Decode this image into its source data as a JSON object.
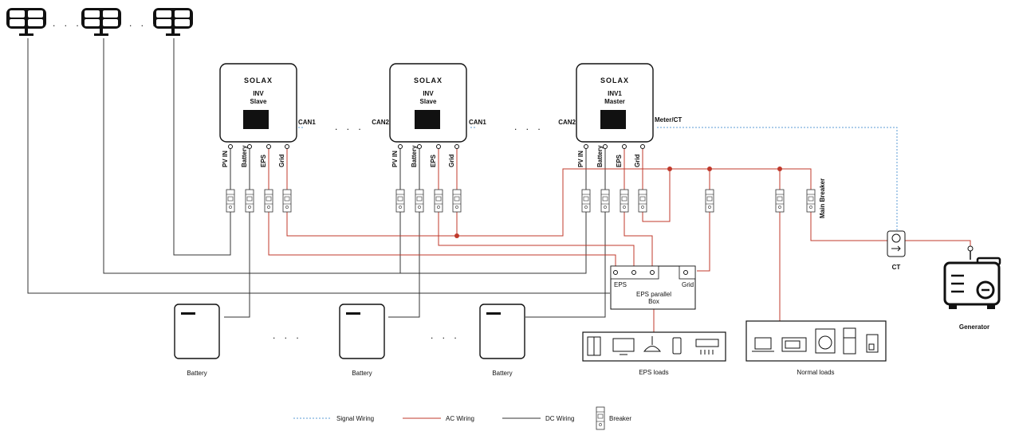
{
  "inverters": [
    {
      "brand": "SOLAX",
      "line1": "INV",
      "line2": "Slave",
      "port_right": "CAN1"
    },
    {
      "brand": "SOLAX",
      "line1": "INV",
      "line2": "Slave",
      "port_left": "CAN2",
      "port_right": "CAN1"
    },
    {
      "brand": "SOLAX",
      "line1": "INV1",
      "line2": "Master",
      "port_left": "CAN2",
      "port_right": "Meter/CT"
    }
  ],
  "terminal_labels": [
    "PV IN",
    "Battery",
    "EPS",
    "Grid"
  ],
  "ellipsis": ". . .",
  "battery_label": "Battery",
  "eps_box": {
    "left": "EPS",
    "right": "Grid",
    "title_line1": "EPS parallel",
    "title_line2": "Box"
  },
  "eps_loads_label": "EPS loads",
  "normal_loads_label": "Normal loads",
  "main_breaker_label": "Main Breaker",
  "ct_label": "CT",
  "generator_label": "Generator",
  "legend": {
    "signal": "Signal Wiring",
    "ac": "AC Wiring",
    "dc": "DC Wiring",
    "breaker": "Breaker"
  },
  "colors": {
    "ac": "#c0392b",
    "signal": "#5b9bd5",
    "dc": "#333333"
  }
}
